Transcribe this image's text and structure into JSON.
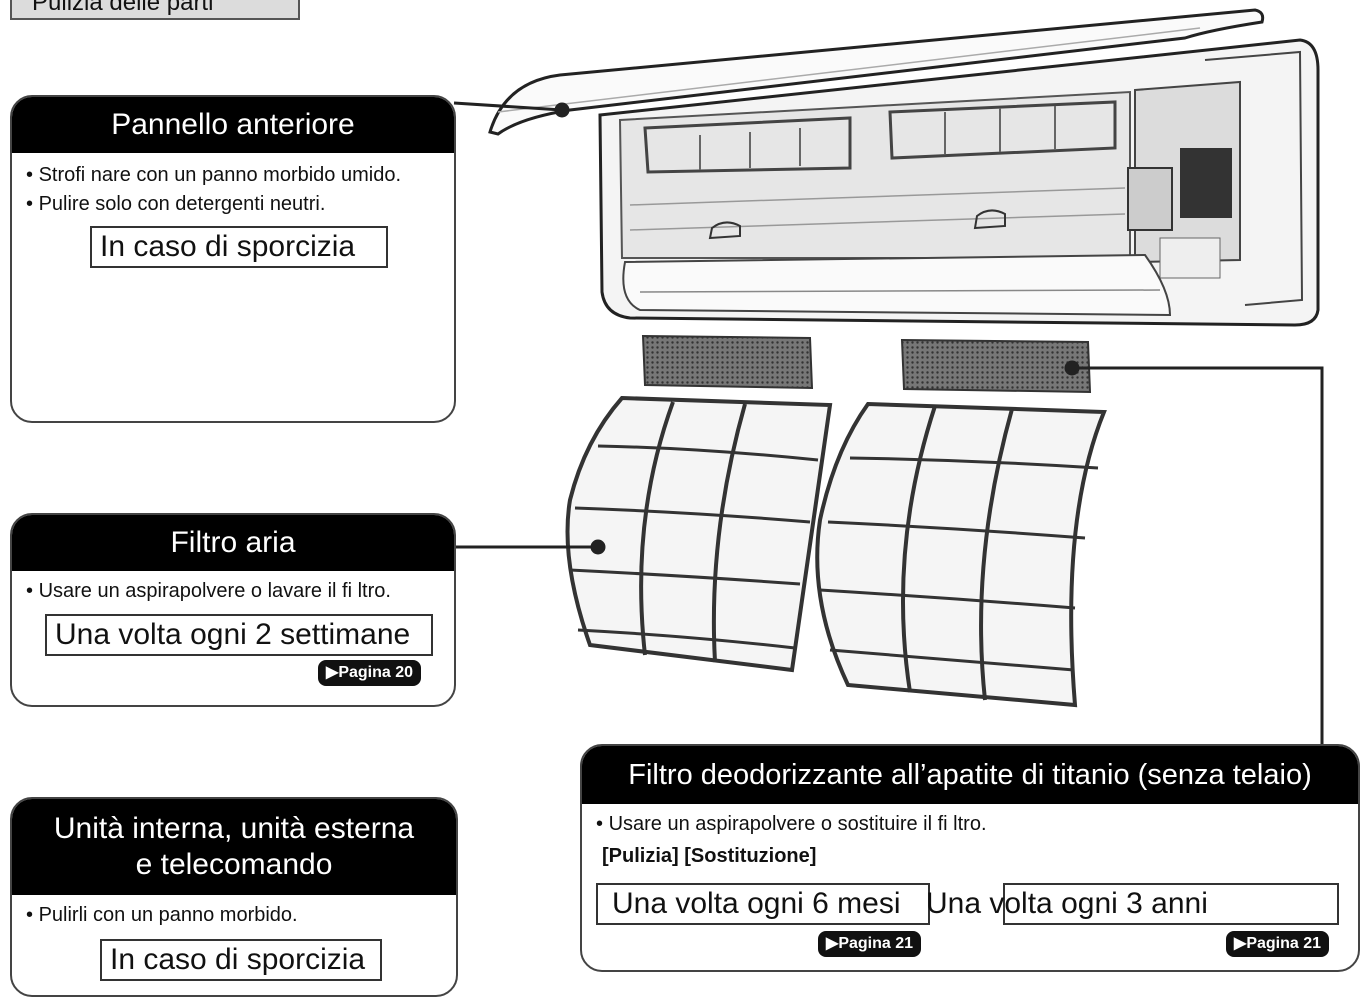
{
  "section_tab": "Pulizia delle parti",
  "front_panel": {
    "title": "Pannello anteriore",
    "bullets": [
      "Strofi nare con un panno morbido umido.",
      "Pulire solo con detergenti neutri."
    ],
    "box_label": "In caso di sporcizia"
  },
  "air_filter": {
    "title": "Filtro aria",
    "bullets": [
      "Usare un aspirapolvere o lavare il fi ltro."
    ],
    "box_label": "Una volta ogni 2 settimane",
    "page_ref": "Pagina 20"
  },
  "indoor_unit": {
    "title_line1": "Unità interna, unità esterna",
    "title_line2": "e telecomando",
    "bullets": [
      "Pulirli con un panno morbido."
    ],
    "box_label": "In caso di sporcizia"
  },
  "deodorizing_filter": {
    "title": "Filtro deodorizzante all’apatite di titanio (senza telaio)",
    "bullets": [
      "Usare un aspirapolvere o sostituire il fi ltro."
    ],
    "labels_line": "[Pulizia] [Sostituzione]",
    "box1_label": "Una volta ogni 6 mesi",
    "box2_label": "Una volta ogni 3 anni",
    "page_ref1": "Pagina 21",
    "page_ref2": "Pagina 21"
  },
  "colors": {
    "header_bg": "#000000",
    "border": "#444444",
    "tab_bg": "#dcdcdc"
  }
}
